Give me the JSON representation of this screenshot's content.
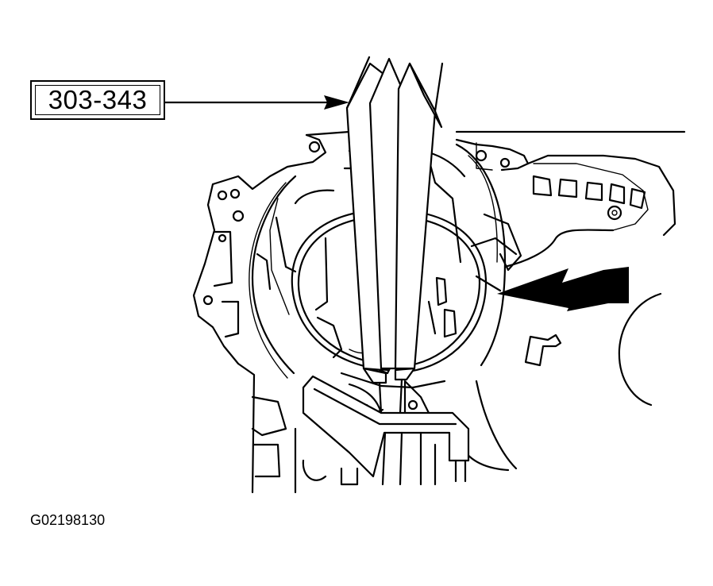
{
  "diagram": {
    "tool_number": "303-343",
    "figure_id": "G02198130",
    "line_color": "#000000",
    "background_color": "#ffffff",
    "callout_arrow": "black-double-arrow-pointing-left"
  }
}
